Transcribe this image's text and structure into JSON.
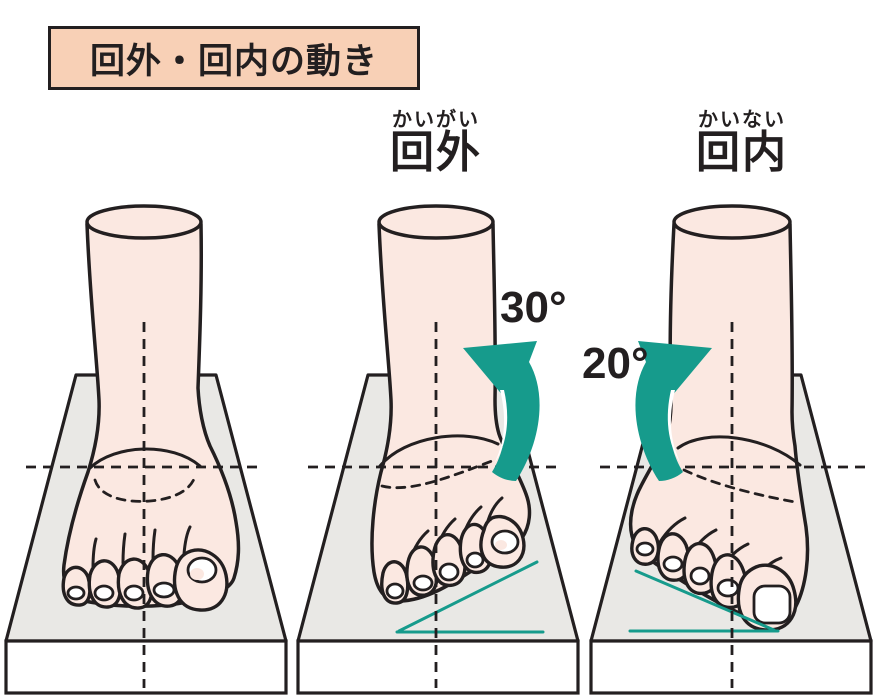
{
  "title": "回外・回内の動き",
  "labels": {
    "supination": {
      "furigana": "かいがい",
      "kanji": "回外"
    },
    "pronation": {
      "furigana": "かいない",
      "kanji": "回内"
    }
  },
  "angles": {
    "supination": "30°",
    "pronation": "20°"
  },
  "icons": {
    "supination_arrow": "rotate-counterclockwise-arrow",
    "pronation_arrow": "rotate-clockwise-arrow"
  },
  "colors": {
    "skin": "#fbe8e1",
    "outline": "#231f20",
    "platform_top": "#e9e8e5",
    "platform_front": "#ffffff",
    "teal": "#169b8c",
    "title_bg": "#f8d0b6",
    "nail": "#ffffff"
  }
}
